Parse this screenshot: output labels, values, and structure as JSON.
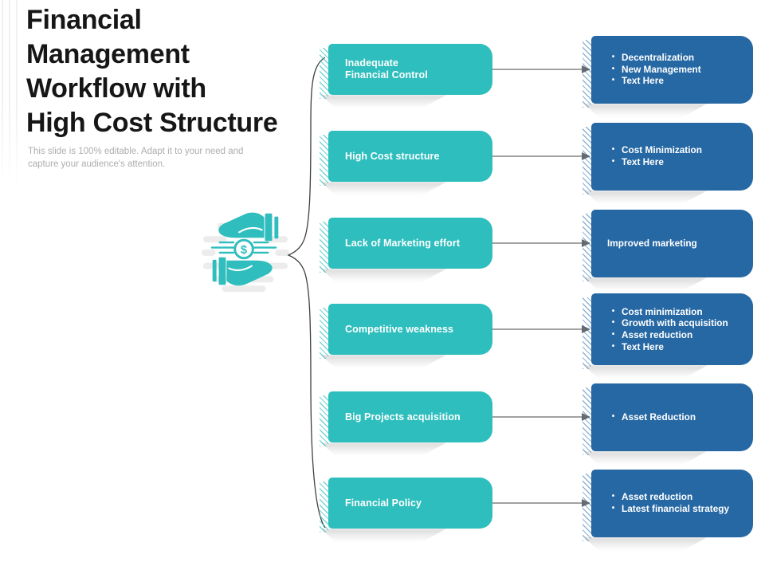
{
  "slide": {
    "title": "Financial Management Workflow with High Cost Structure",
    "title_lines": [
      "Financial",
      "Management",
      "Workflow with",
      "High Cost Structure"
    ],
    "subtitle": "This slide is 100% editable. Adapt it to your need and capture your audience's attention.",
    "subtitle_lines": [
      "This slide is 100% editable. Adapt it to your need and",
      "capture your audience's attention."
    ]
  },
  "bullet_char": "•",
  "icon": {
    "name": "hands-exchanging-money",
    "dollar_symbol": "$"
  },
  "colors": {
    "cause_box": "#2dbebd",
    "effect_box": "#2668a4",
    "title_text": "#161616",
    "subtitle_text": "#aeaeae",
    "connector": "#6b6b6b",
    "box_text": "#ffffff",
    "icon_gray": "#ececec"
  },
  "rows": [
    {
      "cause": "Inadequate Financial Control",
      "cause_lines": [
        "Inadequate",
        "Financial Control"
      ],
      "bulleted": true,
      "effects": [
        "Decentralization",
        "New Management",
        "Text Here"
      ]
    },
    {
      "cause": "High Cost structure",
      "cause_lines": [
        "High Cost structure"
      ],
      "bulleted": true,
      "effects": [
        "Cost Minimization",
        "Text Here"
      ]
    },
    {
      "cause": "Lack of Marketing effort",
      "cause_lines": [
        "Lack of Marketing effort"
      ],
      "bulleted": false,
      "effects": [
        "Improved marketing"
      ]
    },
    {
      "cause": "Competitive weakness",
      "cause_lines": [
        "Competitive weakness"
      ],
      "bulleted": true,
      "effects": [
        "Cost minimization",
        "Growth with acquisition",
        "Asset reduction",
        "Text Here"
      ]
    },
    {
      "cause": "Big Projects acquisition",
      "cause_lines": [
        "Big Projects acquisition"
      ],
      "bulleted": true,
      "effects": [
        "Asset Reduction"
      ]
    },
    {
      "cause": "Financial Policy",
      "cause_lines": [
        "Financial Policy"
      ],
      "bulleted": true,
      "effects": [
        "Asset reduction",
        "Latest financial strategy"
      ]
    }
  ]
}
